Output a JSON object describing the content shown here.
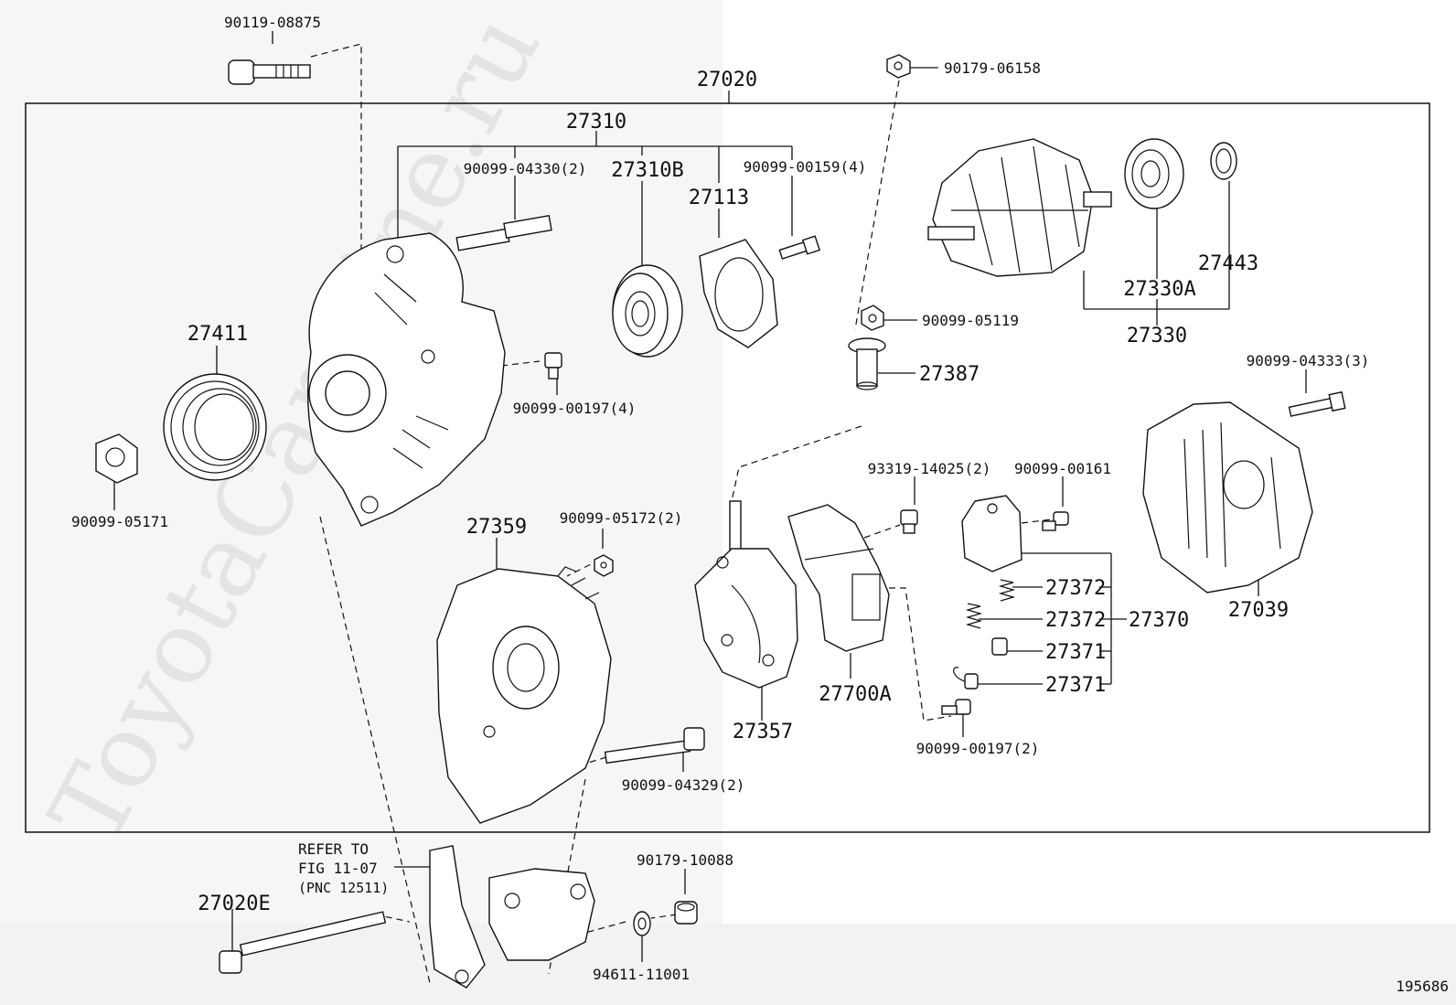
{
  "watermark": "ToyotaCamrine.ru",
  "figure_id": "195686",
  "refer_note": {
    "line1": "REFER TO",
    "line2": "FIG 11-07",
    "line3": "(PNC 12511)"
  },
  "labels": {
    "p27020": "27020",
    "p27310": "27310",
    "p27310B": "27310B",
    "p27113": "27113",
    "p27411": "27411",
    "p27359": "27359",
    "p27357": "27357",
    "p27700A": "27700A",
    "p27387": "27387",
    "p27330A": "27330A",
    "p27330": "27330",
    "p27443": "27443",
    "p27039": "27039",
    "p27370": "27370",
    "p27372a": "27372",
    "p27372b": "27372",
    "p27371a": "27371",
    "p27371b": "27371",
    "p27020E": "27020E",
    "b90119_08875": "90119-08875",
    "b90179_06158": "90179-06158",
    "b90099_04330": "90099-04330(2)",
    "b90099_00159": "90099-00159(4)",
    "b90099_05119": "90099-05119",
    "b90099_00197_4": "90099-00197(4)",
    "b90099_05171": "90099-05171",
    "b90099_04333": "90099-04333(3)",
    "b93319_14025": "93319-14025(2)",
    "b90099_00161": "90099-00161",
    "b90099_05172": "90099-05172(2)",
    "b90099_04329": "90099-04329(2)",
    "b90099_00197_2": "90099-00197(2)",
    "b90179_10088": "90179-10088",
    "b94611_11001": "94611-11001"
  }
}
